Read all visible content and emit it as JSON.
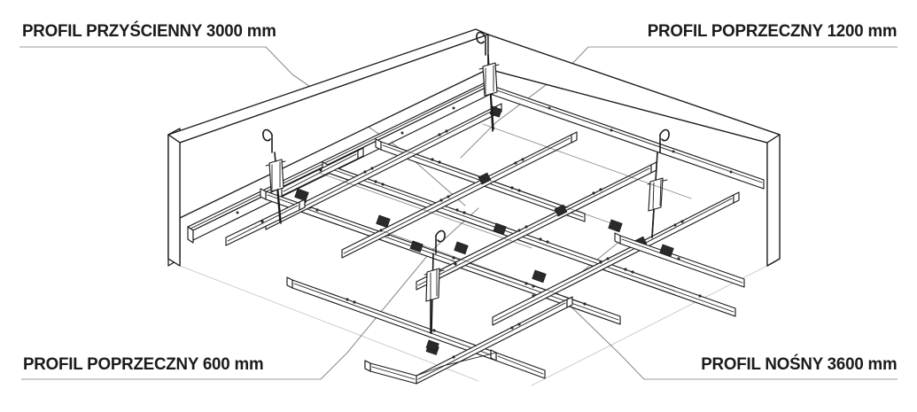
{
  "diagram": {
    "title": "Ceiling grid system isometric assembly diagram",
    "subject": "suspended-ceiling-grid",
    "background_color": "#ffffff",
    "line_color": "#1b1b1b",
    "leader_color": "#8a8a8a",
    "wall_fill": "#ffffff",
    "text_color": "#1b1b1b"
  },
  "callouts": {
    "top_left": {
      "label": "PROFIL PRZYŚCIENNY 3000 mm"
    },
    "top_right": {
      "label": "PROFIL POPRZECZNY 1200 mm"
    },
    "bottom_left": {
      "label": "PROFIL POPRZECZNY 600 mm"
    },
    "bottom_right": {
      "label": "PROFIL NOŚNY 3600 mm"
    }
  },
  "parts": {
    "wall_left": "wall-block-left",
    "wall_right": "wall-block-right",
    "wall_angle_profile": "perimeter-wall-angle-profile",
    "main_runner": "main-carrying-profile",
    "cross_tee_1200": "cross-profile-1200",
    "cross_tee_600": "cross-profile-600",
    "hanger_wire": "hanger-wire-with-clip",
    "connector_clip": "profile-connector-clip"
  }
}
